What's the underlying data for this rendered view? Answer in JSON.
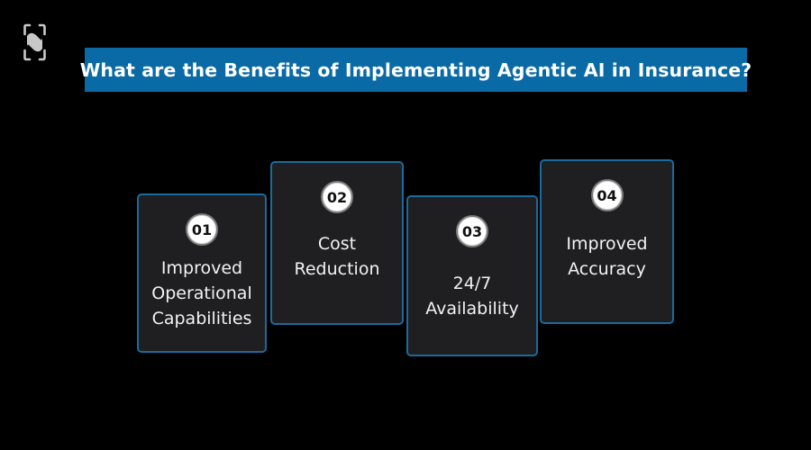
{
  "logo": {
    "icon": "brand-logo-icon",
    "color": "#c8c8c8"
  },
  "title": {
    "text": "What are the Benefits of Implementing Agentic AI in Insurance?",
    "background": "#0a6aa6",
    "color": "#ffffff"
  },
  "cards": [
    {
      "number": "01",
      "label": "Improved\nOperational\nCapabilities"
    },
    {
      "number": "02",
      "label": "Cost\nReduction"
    },
    {
      "number": "03",
      "label": "24/7\nAvailability"
    },
    {
      "number": "04",
      "label": "Improved\nAccuracy"
    }
  ],
  "colors": {
    "page_background": "#000000",
    "card_background": "#1f1f21",
    "card_border": "#1b6a9c",
    "badge_background": "#ffffff",
    "badge_text": "#111111",
    "card_text": "#f2f2f2"
  }
}
